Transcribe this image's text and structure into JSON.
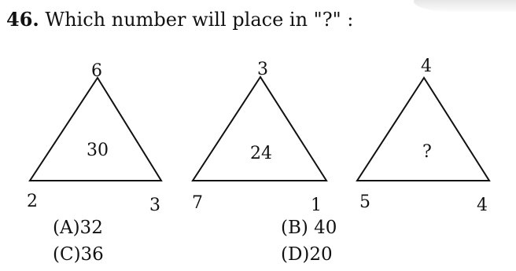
{
  "question": {
    "number": "46.",
    "text": "Which number will place in \"?\" :"
  },
  "triangles": [
    {
      "top": "6",
      "bottom_left": "2",
      "bottom_right": "3",
      "center": "30"
    },
    {
      "top": "3",
      "bottom_left": "7",
      "bottom_right": "1",
      "center": "24"
    },
    {
      "top": "4",
      "bottom_left": "5",
      "bottom_right": "4",
      "center": "?"
    }
  ],
  "options": {
    "a": "(A)32",
    "b": "(B) 40",
    "c": "(C)36",
    "d": "(D)20"
  }
}
